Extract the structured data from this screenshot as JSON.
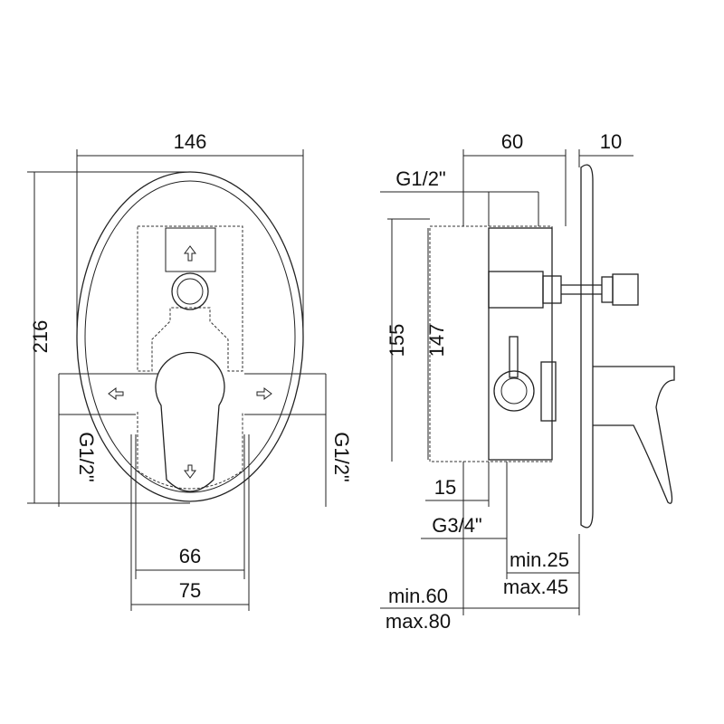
{
  "front_view": {
    "width_dim": "146",
    "height_dim": "216",
    "inlet_left": "G1/2\"",
    "inlet_right": "G1/2\"",
    "inner_dim": "66",
    "outer_dim": "75"
  },
  "side_view": {
    "body_depth": "60",
    "plate_depth": "10",
    "top_outlet": "G1/2\"",
    "height_outer": "155",
    "height_inner": "147",
    "offset": "15",
    "bottom_outlet": "G3/4\"",
    "min_plate": "min.25",
    "max_plate": "max.45",
    "min_wall": "min.60",
    "max_wall": "max.80"
  },
  "colors": {
    "line": "#222222",
    "background": "#ffffff"
  }
}
